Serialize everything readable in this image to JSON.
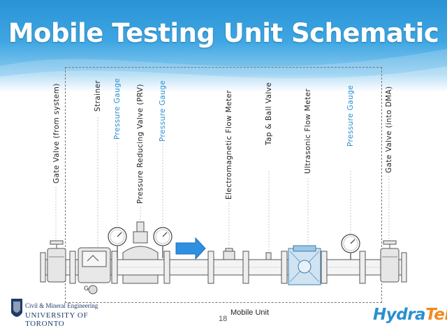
{
  "slide": {
    "title": "Mobile Testing Unit Schematic",
    "caption": "Mobile Unit",
    "page_number": "18"
  },
  "components": [
    {
      "label": "Gate Valve (from system)",
      "color": "#222222"
    },
    {
      "label": "Strainer",
      "color": "#222222"
    },
    {
      "label": "Pressure Gauge",
      "color": "#2a8fd0"
    },
    {
      "label": "Pressure Reducing Valve (PRV)",
      "color": "#222222"
    },
    {
      "label": "Pressure Gauge",
      "color": "#2a8fd0"
    },
    {
      "label": "Electromagnetic Flow Meter",
      "color": "#222222"
    },
    {
      "label": "Tap & Ball Valve",
      "color": "#222222"
    },
    {
      "label": "Ultrasonic Flow Meter",
      "color": "#222222"
    },
    {
      "label": "Pressure Gauge",
      "color": "#2a8fd0"
    },
    {
      "label": "Gate Valve (into DMA)",
      "color": "#222222"
    }
  ],
  "strainer_mark": "G",
  "logos": {
    "dept": "Civil & Mineral Engineering",
    "university": "UNIVERSITY OF TORONTO",
    "hydratek_part1": "Hydra",
    "hydratek_part2": "Tek"
  },
  "colors": {
    "banner": "#3ea6e2",
    "accent_blue": "#2a8fd0",
    "flow_arrow": "#2f8fe0",
    "hydratek_orange": "#f08a1d"
  }
}
